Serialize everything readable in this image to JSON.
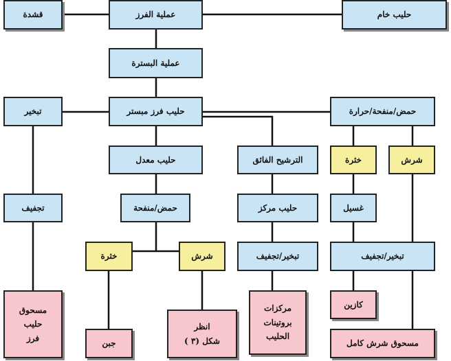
{
  "colors": {
    "process": "#c9e4f5",
    "byproduct": "#f5ef9e",
    "product": "#f7c7cd"
  },
  "nodes": {
    "cream": "قشدة",
    "separation": "عملية الفرز",
    "raw_milk": "حليب خام",
    "pasteurization": "عملية البسترة",
    "evaporation": "تبخير",
    "pasteurized_skim": "حليب فرز مبستر",
    "acid_rennet_heat": "حمض/منفحة/حرارة",
    "standardized_milk": "حليب  معدل",
    "ultrafiltration": "الترشيح الفائق",
    "curd_right": "خثرة",
    "whey_right": "شرش",
    "drying": "تجفيف",
    "acid_rennet": "حمض/منفحة",
    "concentrated_milk": "حليب مركز",
    "washing": "غسيل",
    "curd_left": "خثرة",
    "whey_left": "شرش",
    "evap_dry_mid": "تبخير/تجفيف",
    "evap_dry_right": "تبخير/تجفيف",
    "skim_milk_powder": "مسحوق\nحليب\nفرز",
    "cheese": "جبن",
    "see_figure": "انظر\nشكل (٣ )",
    "milk_protein_concentrates": "مركزات\nبروتينات\nالحليب",
    "casein": "كازين",
    "whole_whey_powder": "مسحوق شرش كامل"
  }
}
